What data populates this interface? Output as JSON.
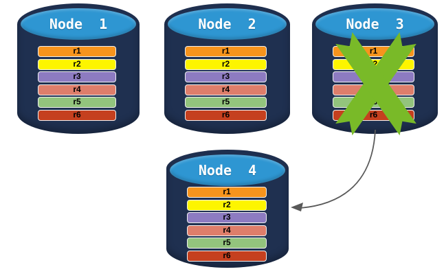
{
  "nodes": {
    "n1": {
      "label": "Node  1",
      "status": "healthy"
    },
    "n2": {
      "label": "Node  2",
      "status": "healthy"
    },
    "n3": {
      "label": "Node  3",
      "status": "failed"
    },
    "n4": {
      "label": "Node  4",
      "status": "healthy"
    }
  },
  "rows": [
    {
      "label": "r1",
      "color": "#F7941D"
    },
    {
      "label": "r2",
      "color": "#FDF500"
    },
    {
      "label": "r3",
      "color": "#8D7BC1"
    },
    {
      "label": "r4",
      "color": "#DE7E6B"
    },
    {
      "label": "r5",
      "color": "#93C47D"
    },
    {
      "label": "r6",
      "color": "#C5401F"
    }
  ],
  "failure": {
    "node": "Node  3",
    "icon": "green-x-mark"
  },
  "arrow": {
    "from": "Node  3",
    "to": "Node  4",
    "style": "curved"
  },
  "colors": {
    "cylinder_body": "#1F3050",
    "cylinder_top": "#2E96D2",
    "failure_x": "#79BA28",
    "arrow": "#595959",
    "row_border": "#F0F0F0",
    "row_text": "#000000",
    "title_text": "#FFFFFF",
    "background": "#FFFFFF"
  }
}
